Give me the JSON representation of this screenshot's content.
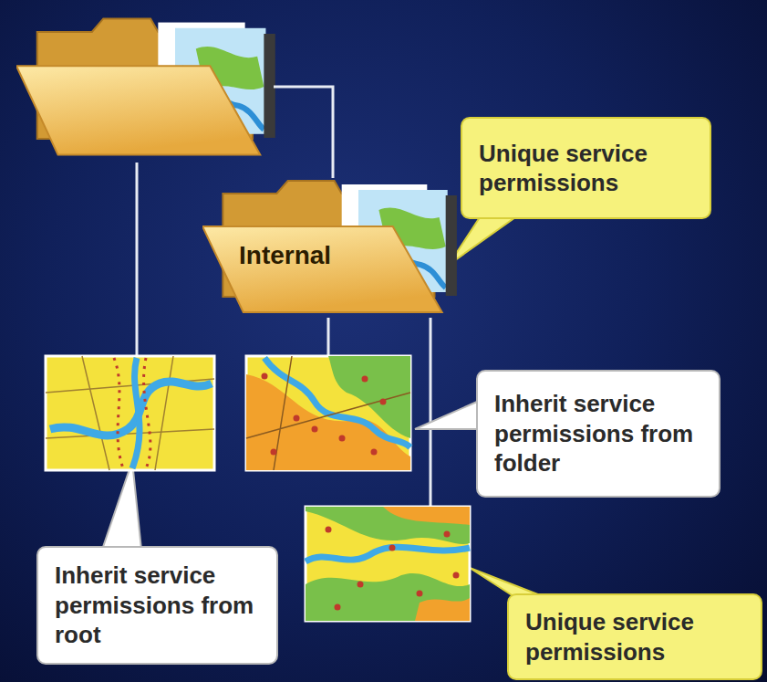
{
  "diagram": {
    "nodes": [
      {
        "text": [
          "Unique service permissions"
        ]
      },
      {
        "text": [
          "Internal"
        ]
      },
      {
        "text": [
          "Inherit service permissions from folder"
        ]
      },
      {
        "text": [
          "Inherit service permissions from root"
        ]
      },
      {
        "text": [
          "Unique service permissions"
        ]
      }
    ]
  }
}
